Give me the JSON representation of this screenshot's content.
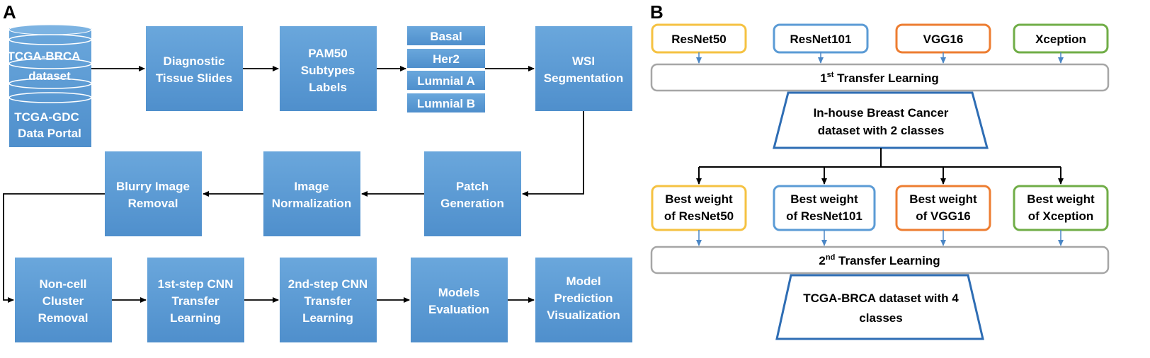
{
  "panel_a": {
    "letter": "A",
    "database": {
      "line1": "TCGA-BRCA",
      "line2": "dataset",
      "portal_line1": "TCGA-GDC",
      "portal_line2": "Data Portal"
    },
    "diagnostic": [
      "Diagnostic",
      "Tissue Slides"
    ],
    "pam50": [
      "PAM50",
      "Subtypes",
      "Labels"
    ],
    "subtypes": [
      "Basal",
      "Her2",
      "Lumnial A",
      "Lumnial B"
    ],
    "wsi": [
      "WSI",
      "Segmentation"
    ],
    "patch": [
      "Patch",
      "Generation"
    ],
    "normalization": [
      "Image",
      "Normalization"
    ],
    "blurry": [
      "Blurry Image",
      "Removal"
    ],
    "noncell": [
      "Non-cell",
      "Cluster",
      "Removal"
    ],
    "cnn1": [
      "1st-step CNN",
      "Transfer",
      "Learning"
    ],
    "cnn2": [
      "2nd-step CNN",
      "Transfer",
      "Learning"
    ],
    "evaluation": [
      "Models",
      "Evaluation"
    ],
    "visualization": [
      "Model",
      "Prediction",
      "Visualization"
    ]
  },
  "panel_b": {
    "letter": "B",
    "models": [
      "ResNet50",
      "ResNet101",
      "VGG16",
      "Xception"
    ],
    "transfer1": {
      "num": "1",
      "sup": "st",
      "text": " Transfer Learning"
    },
    "inhouse": [
      "In-house Breast Cancer",
      "dataset with 2 classes"
    ],
    "best": [
      [
        "Best weight",
        "of ResNet50"
      ],
      [
        "Best weight",
        "of ResNet101"
      ],
      [
        "Best weight",
        "of VGG16"
      ],
      [
        "Best weight",
        "of Xception"
      ]
    ],
    "transfer2": {
      "num": "2",
      "sup": "nd",
      "text": " Transfer Learning"
    },
    "tcga": [
      "TCGA-BRCA dataset with 4",
      "classes"
    ]
  },
  "colors": {
    "box_blue": "#5b9bd5",
    "box_blue_dark": "#3f7fbf",
    "resnet50": "#f5c242",
    "resnet101": "#5b9bd5",
    "vgg16": "#ed7d31",
    "xception": "#70ad47",
    "transfer_border": "#a6a6a6",
    "trapezoid_border": "#2e6db4",
    "arrow_blue": "#4a86c5"
  }
}
